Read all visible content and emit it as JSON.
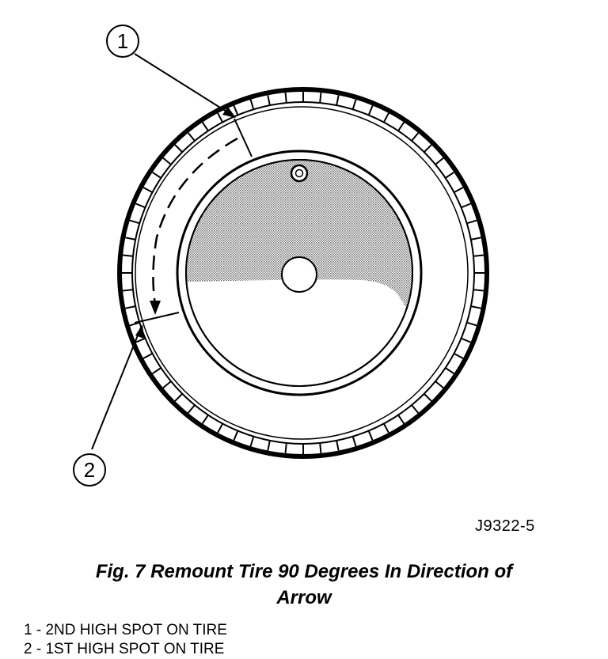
{
  "diagram": {
    "figure_id": "J9322-5",
    "caption": {
      "line1": "Fig. 7 Remount Tire 90 Degrees In Direction of",
      "line2": "Arrow"
    },
    "callouts": [
      {
        "number": "1",
        "text": "2ND HIGH SPOT ON TIRE"
      },
      {
        "number": "2",
        "text": "1ST HIGH SPOT ON TIRE"
      }
    ],
    "legend_separator": " - "
  }
}
